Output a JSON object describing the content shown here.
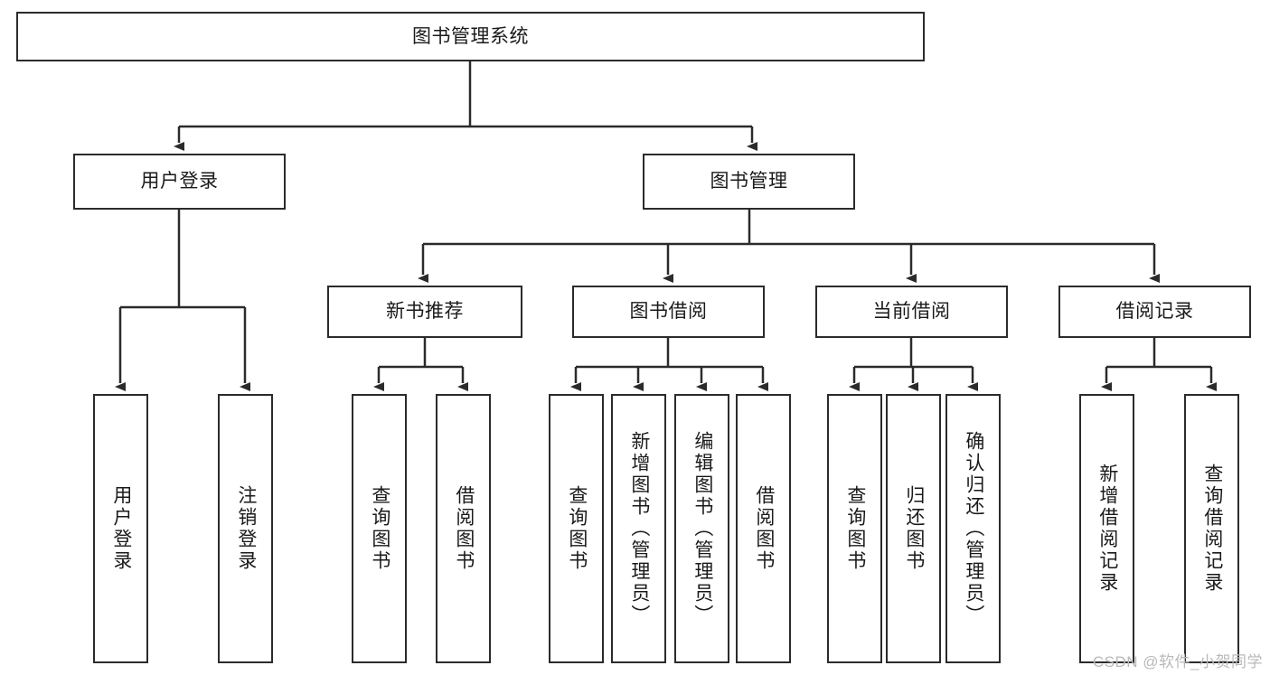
{
  "diagram": {
    "title": "图书管理系统",
    "type": "tree",
    "watermark": "CSDN @软件_小贺同学",
    "stroke_color": "#2b2b2b",
    "fill_color": "#ffffff",
    "text_color": "#1a1a1a",
    "watermark_color": "#b9b9b9"
  },
  "nodes": {
    "root": {
      "label": "图书管理系统"
    },
    "level2": [
      {
        "id": "user-login",
        "label": "用户登录"
      },
      {
        "id": "book-management",
        "label": "图书管理"
      }
    ],
    "level3": [
      {
        "id": "new-book-recommend",
        "label": "新书推荐"
      },
      {
        "id": "book-borrow",
        "label": "图书借阅"
      },
      {
        "id": "current-borrow",
        "label": "当前借阅"
      },
      {
        "id": "borrow-record",
        "label": "借阅记录"
      }
    ],
    "leaves": {
      "user_login": [
        {
          "id": "leaf-user-login",
          "label": "用户登录"
        },
        {
          "id": "leaf-logout-login",
          "label": "注销登录"
        }
      ],
      "new_book_recommend": [
        {
          "id": "leaf-query-book-1",
          "label": "查询图书"
        },
        {
          "id": "leaf-borrow-book-1",
          "label": "借阅图书"
        }
      ],
      "book_borrow": [
        {
          "id": "leaf-query-book-2",
          "label": "查询图书"
        },
        {
          "id": "leaf-add-book",
          "label": "新增图书（管理员）"
        },
        {
          "id": "leaf-edit-book",
          "label": "编辑图书（管理员）"
        },
        {
          "id": "leaf-borrow-book-2",
          "label": "借阅图书"
        }
      ],
      "current_borrow": [
        {
          "id": "leaf-query-book-3",
          "label": "查询图书"
        },
        {
          "id": "leaf-return-book",
          "label": "归还图书"
        },
        {
          "id": "leaf-confirm-return",
          "label": "确认归还（管理员）"
        }
      ],
      "borrow_record": [
        {
          "id": "leaf-add-record",
          "label": "新增借阅记录"
        },
        {
          "id": "leaf-query-record",
          "label": "查询借阅记录"
        }
      ]
    }
  }
}
